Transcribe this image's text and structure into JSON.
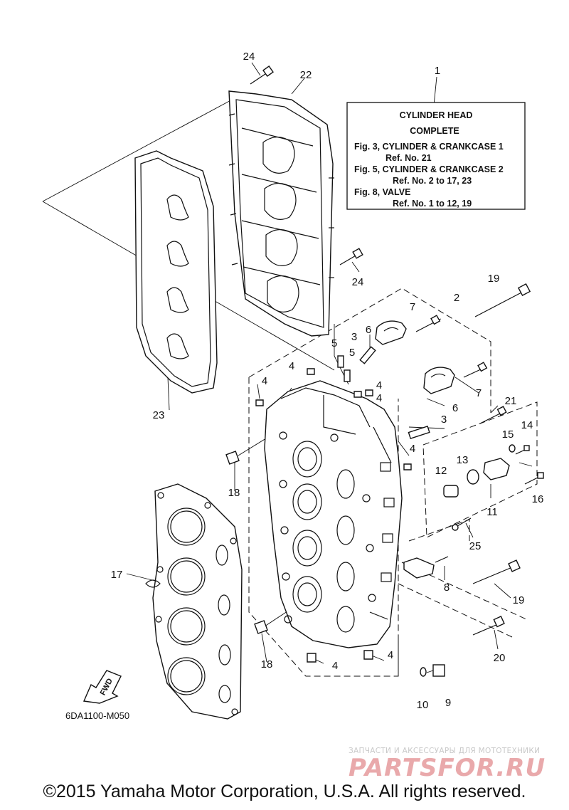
{
  "callouts": {
    "c1": "1",
    "c2": "2",
    "c3a": "3",
    "c3b": "3",
    "c4a": "4",
    "c4b": "4",
    "c4c": "4",
    "c4d": "4",
    "c4e": "4",
    "c4f": "4",
    "c4g": "4",
    "c5a": "5",
    "c5b": "5",
    "c6a": "6",
    "c6b": "6",
    "c7a": "7",
    "c7b": "7",
    "c8": "8",
    "c9": "9",
    "c10": "10",
    "c11": "11",
    "c12": "12",
    "c13": "13",
    "c14": "14",
    "c15": "15",
    "c16": "16",
    "c17": "17",
    "c18a": "18",
    "c18b": "18",
    "c19a": "19",
    "c19b": "19",
    "c20": "20",
    "c21": "21",
    "c22": "22",
    "c23": "23",
    "c24a": "24",
    "c24b": "24",
    "c25": "25"
  },
  "info_box": {
    "title1": "CYLINDER HEAD",
    "title2": "COMPLETE",
    "ref1": "Fig. 3, CYLINDER & CRANKCASE 1",
    "ref1b": "Ref. No. 21",
    "ref2": "Fig. 5, CYLINDER & CRANKCASE 2",
    "ref2b": "Ref. No. 2 to 17, 23",
    "ref3": "Fig. 8, VALVE",
    "ref3b": "Ref. No. 1 to 12, 19"
  },
  "fwd_label": "FWD",
  "diagram_code": "6DA1100-M050",
  "watermark": {
    "tagline": "ЗАПЧАСТИ И АКСЕССУАРЫ ДЛЯ МОТОТЕХНИКИ",
    "brand": "PARTSFOR.RU"
  },
  "copyright": "©2015 Yamaha Motor Corporation, U.S.A. All rights reserved."
}
